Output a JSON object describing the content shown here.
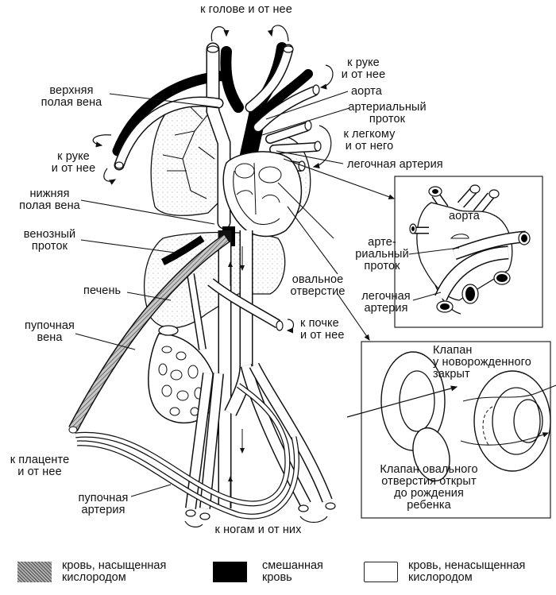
{
  "diagram": {
    "title": "Кровообращение плода",
    "labels": {
      "head": "к голове и от нее",
      "arm_right": "к руке\nи от нее",
      "aorta": "аорта",
      "ductus_arteriosus": "артериальный\nпроток",
      "to_lung": "к легкому\nи от него",
      "pulmonary_artery": "легочная артерия",
      "superior_vena_cava": "верхняя\nполая вена",
      "arm_left": "к руке\nи от нее",
      "inferior_vena_cava": "нижняя\nполая вена",
      "ductus_venosus": "венозный\nпроток",
      "liver": "печень",
      "umbilical_vein": "пупочная\nвена",
      "foramen_ovale": "овальное\nотверстие",
      "kidney": "к почке\nи от нее",
      "placenta": "к плаценте\nи от нее",
      "umbilical_artery": "пупочная\nартерия",
      "legs": "к ногам и от них"
    },
    "inset_heart": {
      "aorta": "аорта",
      "ductus_arteriosus": "арте-\nриальный\nпроток",
      "pulmonary_artery": "легочная\nартерия"
    },
    "inset_valve": {
      "closed": "Клапан\nу новорожденного\nзакрыт",
      "open": "Клапан овального\nотверстия открыт\nдо рождения\nребенка"
    }
  },
  "legend": {
    "items": [
      {
        "key": "oxygenated",
        "label": "кровь, насыщенная\nкислородом",
        "pattern": "hatched",
        "color": "#888888"
      },
      {
        "key": "mixed",
        "label": "смешанная\nкровь",
        "pattern": "solid",
        "color": "#000000"
      },
      {
        "key": "deoxygenated",
        "label": "кровь, ненасыщенная\nкислородом",
        "pattern": "outline",
        "color": "#ffffff"
      }
    ]
  }
}
